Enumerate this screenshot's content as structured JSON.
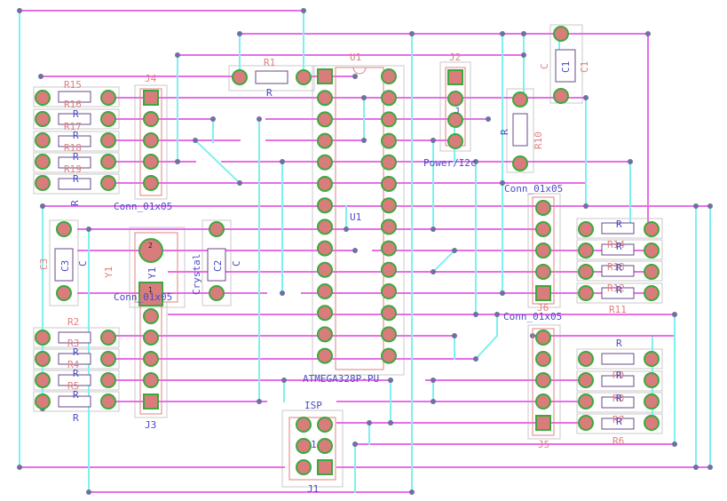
{
  "colors": {
    "background": "#ffffff",
    "track_magenta": "#e86ee8",
    "track_cyan": "#7ef0f0",
    "silkscreen_red": "#e08080",
    "silkscreen_blue": "#4a4ac8",
    "pad_fill": "#d87c7c",
    "pad_ring": "#3ea83e",
    "courtyard": "#c8c8c8",
    "via": "#7070a0",
    "outline_dark": "#6a4a8a"
  },
  "labels": {
    "R1_ref": "R1",
    "R1_val": "R",
    "U1_ref_top": "U1",
    "U1_ref_mid": "U1",
    "U1_val": "ATMEGA328P-PU",
    "J2_ref": "J2",
    "J2_val": "Power/I2c",
    "J2_pin_mark": "J",
    "R10_ref": "R10",
    "R10_val": "R",
    "C1_ref": "C1",
    "C1_ref_side": "C1",
    "C1_val": "C",
    "J4_ref": "J4",
    "J4_val": "Conn_01x05",
    "R15": "R15",
    "R16": "R16",
    "R17": "R17",
    "R18": "R18",
    "R19": "R19",
    "R15_val": "R",
    "R16_val": "R",
    "R17_val": "R",
    "R18_val": "R",
    "R19_val": "R",
    "C3_ref": "C3",
    "C3_ref_side": "C3",
    "C3_val": "C",
    "Y1_ref": "Y1",
    "Y1_ref_side": "Y1",
    "Y1_val": "Crystal",
    "C2_ref": "C2",
    "C2_ref_side": "C2",
    "C2_val": "C",
    "J3_ref": "J3",
    "J3_val": "Conn_01x05",
    "R2": "R2",
    "R3": "R3",
    "R4": "R4",
    "R5": "R5",
    "R2_val": "R",
    "R3_val": "R",
    "R4_val": "R",
    "R5_val": "R",
    "Jright_ref": "J6",
    "Jright_val_top": "Conn_01x05",
    "Jright_val_bot": "Conn_01x05",
    "R14": "R14",
    "R13": "R13",
    "R12": "R12",
    "R11": "R11",
    "R14_val": "R",
    "R13_val": "R",
    "R12_val": "R",
    "R11_val": "R",
    "J5_ref": "J5",
    "R9": "R9",
    "R8": "R8",
    "R7": "R7",
    "R6": "R6",
    "R9_val": "R",
    "R8_val": "R",
    "R7_val": "R",
    "R6_val": "R",
    "ISP_val": "ISP",
    "J1_ref": "J1",
    "J1_pin": "1",
    "Y1_pin1": "1",
    "Y1_pin2": "2"
  }
}
